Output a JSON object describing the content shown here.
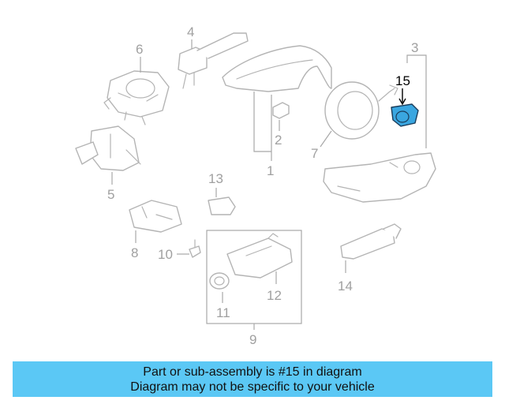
{
  "diagram": {
    "callouts": [
      "1",
      "2",
      "3",
      "4",
      "5",
      "6",
      "7",
      "8",
      "9",
      "10",
      "11",
      "12",
      "13",
      "14"
    ],
    "highlighted_callout": "15",
    "highlight_color": "#3aa6e0"
  },
  "banner": {
    "line1": "Part or sub-assembly is #15 in diagram",
    "line2": "Diagram may not be specific to your vehicle",
    "background": "#5bc8f5"
  }
}
